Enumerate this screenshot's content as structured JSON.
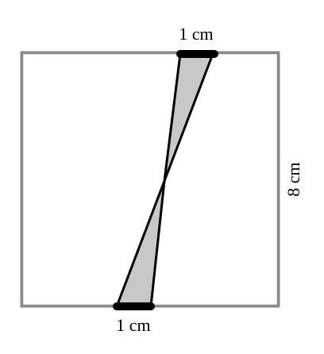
{
  "labels": {
    "top": "1 cm",
    "bottom": "1 cm",
    "side": "8 cm"
  },
  "colors": {
    "square_outer": "#888888",
    "square_inner": "#ffffff",
    "shading": "#c8c8c8",
    "lines": "#000000",
    "segments": "#000000"
  }
}
